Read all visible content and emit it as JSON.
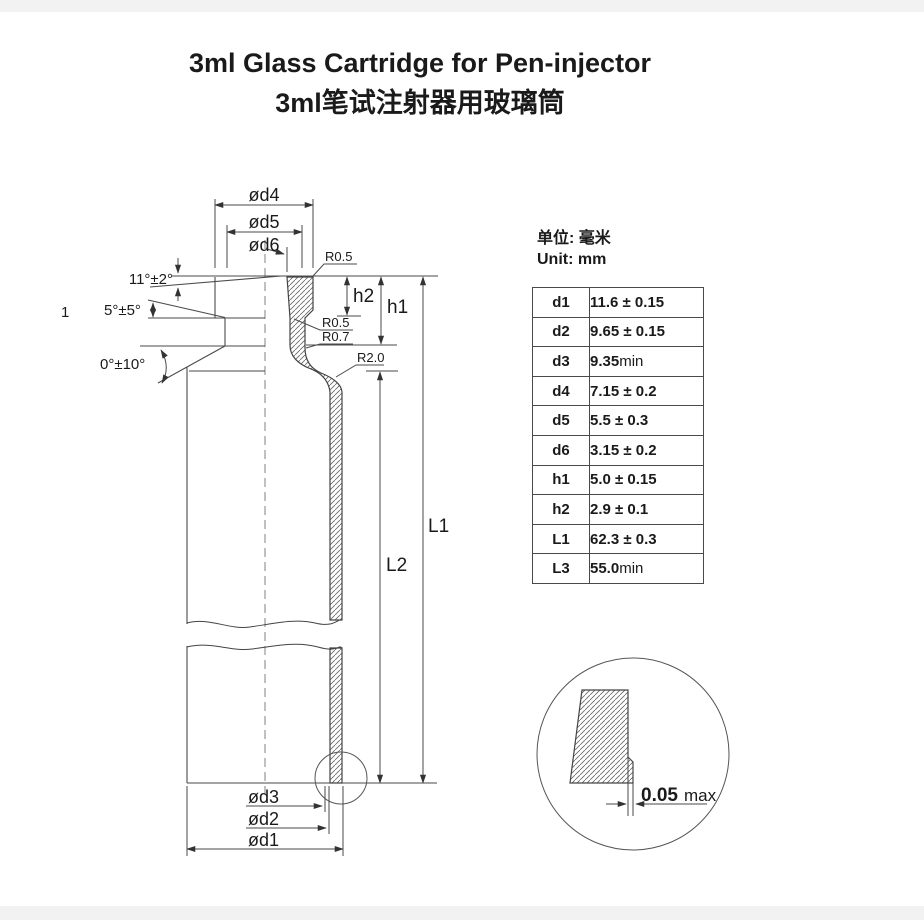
{
  "page": {
    "title": "3ml Glass Cartridge for Pen-injector",
    "subtitle": "3ml笔试注射器用玻璃筒"
  },
  "units": {
    "line1": "单位: 毫米",
    "line2": "Unit: mm"
  },
  "table": {
    "rows": [
      {
        "name": "d1",
        "value": "11.6 ± 0.15",
        "suffix": ""
      },
      {
        "name": "d2",
        "value": "9.65 ± 0.15",
        "suffix": ""
      },
      {
        "name": "d3",
        "value": "9.35",
        "suffix": "min"
      },
      {
        "name": "d4",
        "value": "7.15 ± 0.2",
        "suffix": ""
      },
      {
        "name": "d5",
        "value": "5.5 ± 0.3",
        "suffix": ""
      },
      {
        "name": "d6",
        "value": "3.15 ± 0.2",
        "suffix": ""
      },
      {
        "name": "h1",
        "value": "5.0 ± 0.15",
        "suffix": ""
      },
      {
        "name": "h2",
        "value": "2.9 ± 0.1",
        "suffix": ""
      },
      {
        "name": "L1",
        "value": "62.3 ± 0.3",
        "suffix": ""
      },
      {
        "name": "L3",
        "value": "55.0",
        "suffix": "min"
      }
    ]
  },
  "labels": {
    "od4": "ød4",
    "od5": "ød5",
    "od6": "ød6",
    "od3": "ød3",
    "od2": "ød2",
    "od1": "ød1",
    "h1": "h1",
    "h2": "h2",
    "l1": "L1",
    "l2": "L2",
    "r05_top": "R0.5",
    "r05_mid": "R0.5",
    "r07": "R0.7",
    "r20": "R2.0",
    "angle_top": "11°±2°",
    "angle_mid_prefix": "1",
    "angle_mid": "5°±5°",
    "angle_bottom": "0°±10°",
    "detail_value": "0.05",
    "detail_unit": "max"
  },
  "colors": {
    "line": "#4a4a4a",
    "text": "#1a1a1a"
  }
}
